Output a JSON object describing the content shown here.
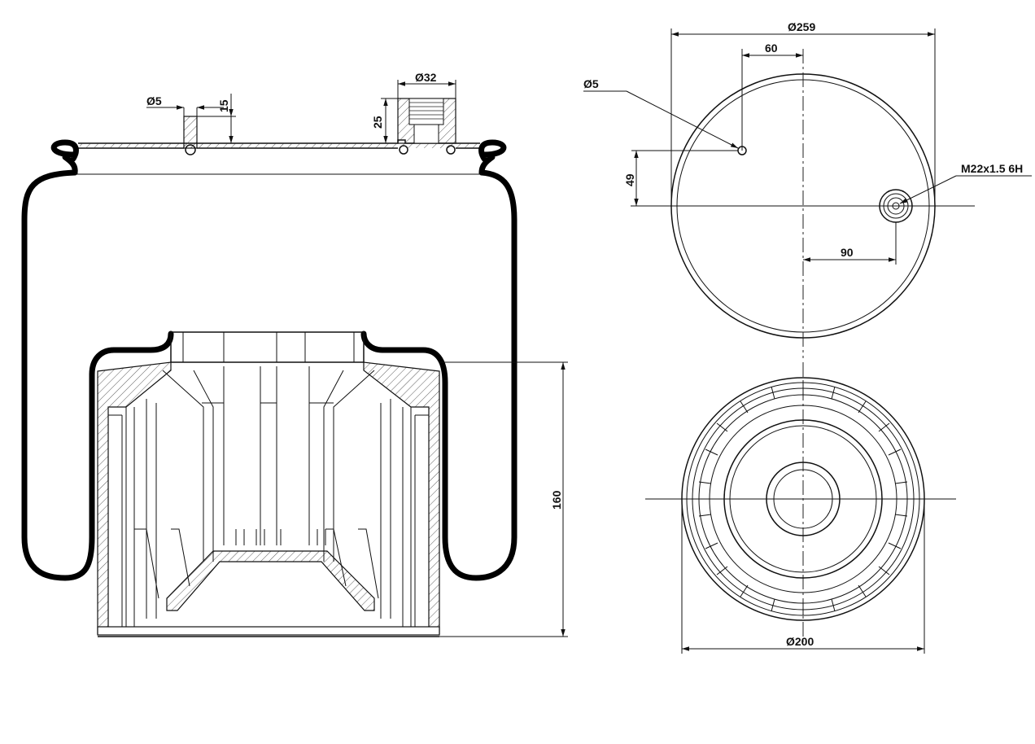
{
  "dimensions": {
    "side_view": {
      "hole_diameter": "Ø5",
      "pin_height": "15",
      "port_diameter": "Ø32",
      "port_height": "25",
      "piston_height": "160"
    },
    "top_view": {
      "plate_diameter": "Ø259",
      "hole_offset_x": "60",
      "hole_diameter": "Ø5",
      "hole_offset_y": "49",
      "thread_spec": "M22x1.5 6H",
      "port_offset_x": "90"
    },
    "bottom_view": {
      "piston_diameter": "Ø200"
    }
  },
  "colors": {
    "line": "#111111",
    "background": "#ffffff"
  }
}
